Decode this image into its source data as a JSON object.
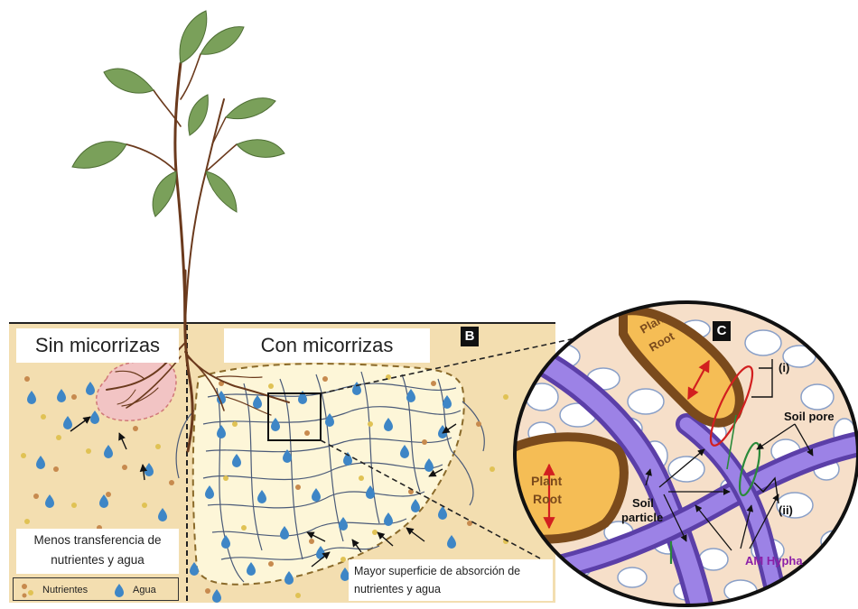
{
  "labels": {
    "sin_micorrizas": "Sin micorrizas",
    "con_micorrizas": "Con micorrizas",
    "panel_b": "B",
    "panel_c": "C",
    "menos_transferencia": "Menos transferencia de nutrientes y agua",
    "mayor_superficie": "Mayor superficie de absorción de nutrientes y agua"
  },
  "legend": {
    "nutrientes": "Nutrientes",
    "agua": "Agua"
  },
  "zoom_labels": {
    "plant_root_top_1": "Plant",
    "plant_root_top_2": "Root",
    "plant_root_left_1": "Plant",
    "plant_root_left_2": "Root",
    "soil_particle_1": "Soil",
    "soil_particle_2": "particle",
    "soil_pore": "Soil pore",
    "am_hypha": "AM Hypha",
    "marker_i": "(i)",
    "marker_ii": "(ii)"
  },
  "colors": {
    "soil": "#f3deb0",
    "hypha_zone": "#fdf6d8",
    "root": "#6b3a1d",
    "leaf": "#7aa05a",
    "water": "#3e86c6",
    "hypha_purple": "#8a6fd6",
    "plant_root_fill": "#f5bd55",
    "am_hypha_text": "#8c1fa8"
  }
}
